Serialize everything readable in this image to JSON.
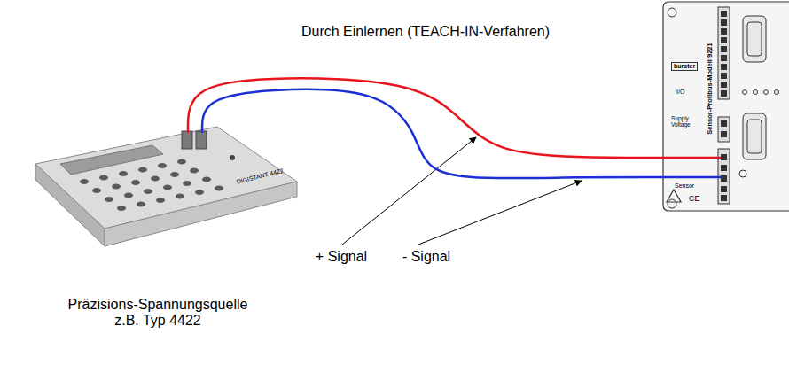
{
  "diagram": {
    "title": "Durch Einlernen (TEACH-IN-Verfahren)",
    "nodes": [
      {
        "text": [
          "DIGISTANT 4422",
          "Präzisions-Spannungsquelle z.B. Typ 4422"
        ]
      },
      {
        "text": [
          "burster",
          "I/O",
          "Supply Voltage",
          "Sensor-Profibus-Modell 9221",
          "Sensor",
          "CE"
        ]
      }
    ],
    "edges": [
      {
        "from": 0,
        "to": 1,
        "arrow": "none"
      },
      {
        "from": 0,
        "to": 1,
        "arrow": "none"
      }
    ],
    "labels": [
      "+ Signal",
      "- Signal"
    ]
  }
}
